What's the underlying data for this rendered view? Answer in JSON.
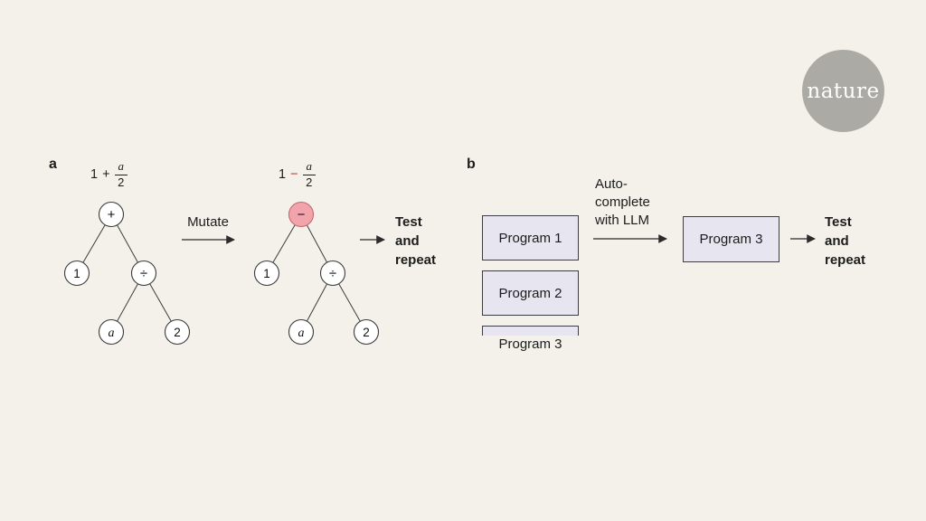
{
  "colors": {
    "background": "#f3f1ea",
    "text": "#1c1c1c",
    "node_fill": "#ffffff",
    "node_stroke": "#3c3c3c",
    "highlight_fill": "#f2a4ac",
    "highlight_stroke": "#c86870",
    "minus_red": "#b2392f",
    "box_fill": "#e6e5f0",
    "box_border": "#3d3d49",
    "logo_bg": "#abaaa5",
    "logo_fg": "#ffffff"
  },
  "logo": {
    "text": "nature"
  },
  "panel_a": {
    "label": "a",
    "formula_before": {
      "operand": "1",
      "operator": "+",
      "numerator": "a",
      "denominator": "2"
    },
    "formula_after": {
      "operand": "1",
      "operator": "−",
      "numerator": "a",
      "denominator": "2"
    },
    "tree_before": {
      "root": "+",
      "left_leaf": "1",
      "divide": "÷",
      "leaf_a": "a",
      "leaf_2": "2"
    },
    "tree_after": {
      "root": "−",
      "left_leaf": "1",
      "divide": "÷",
      "leaf_a": "a",
      "leaf_2": "2"
    },
    "mutate_label": "Mutate",
    "test_lines": [
      "Test",
      "and",
      "repeat"
    ]
  },
  "panel_b": {
    "label": "b",
    "programs": [
      "Program 1",
      "Program 2",
      "Program 3"
    ],
    "llm_lines": [
      "Auto-",
      "complete",
      "with LLM"
    ],
    "result_program": "Program 3",
    "test_lines": [
      "Test",
      "and",
      "repeat"
    ]
  }
}
